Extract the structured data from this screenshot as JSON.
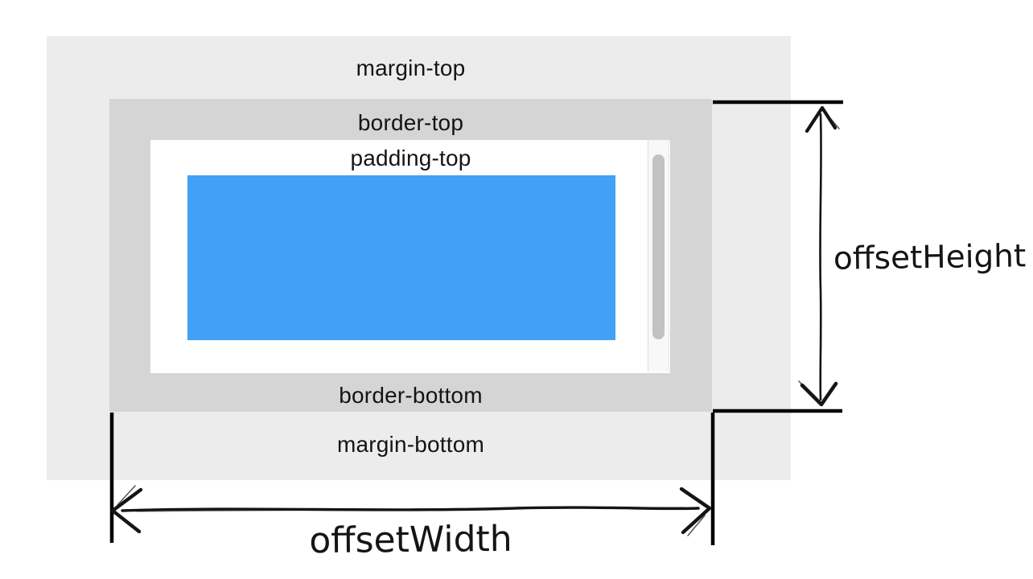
{
  "diagram": {
    "subject": "CSS box model offset dimensions",
    "labels": {
      "margin_top": "margin-top",
      "border_top": "border-top",
      "padding_top": "padding-top",
      "border_bottom": "border-bottom",
      "margin_bottom": "margin-bottom",
      "offset_height": "offsetHeight",
      "offset_width": "offsetWidth"
    },
    "colors": {
      "margin_area": "#ececec",
      "border_area": "#d5d5d5",
      "padding_area": "#ffffff",
      "content_area": "#42a1f5",
      "scrollbar_track": "#f8f8f8",
      "scrollbar_thumb": "#c2c2c2",
      "annotation_ink": "#111111",
      "label_text": "#141414"
    }
  }
}
